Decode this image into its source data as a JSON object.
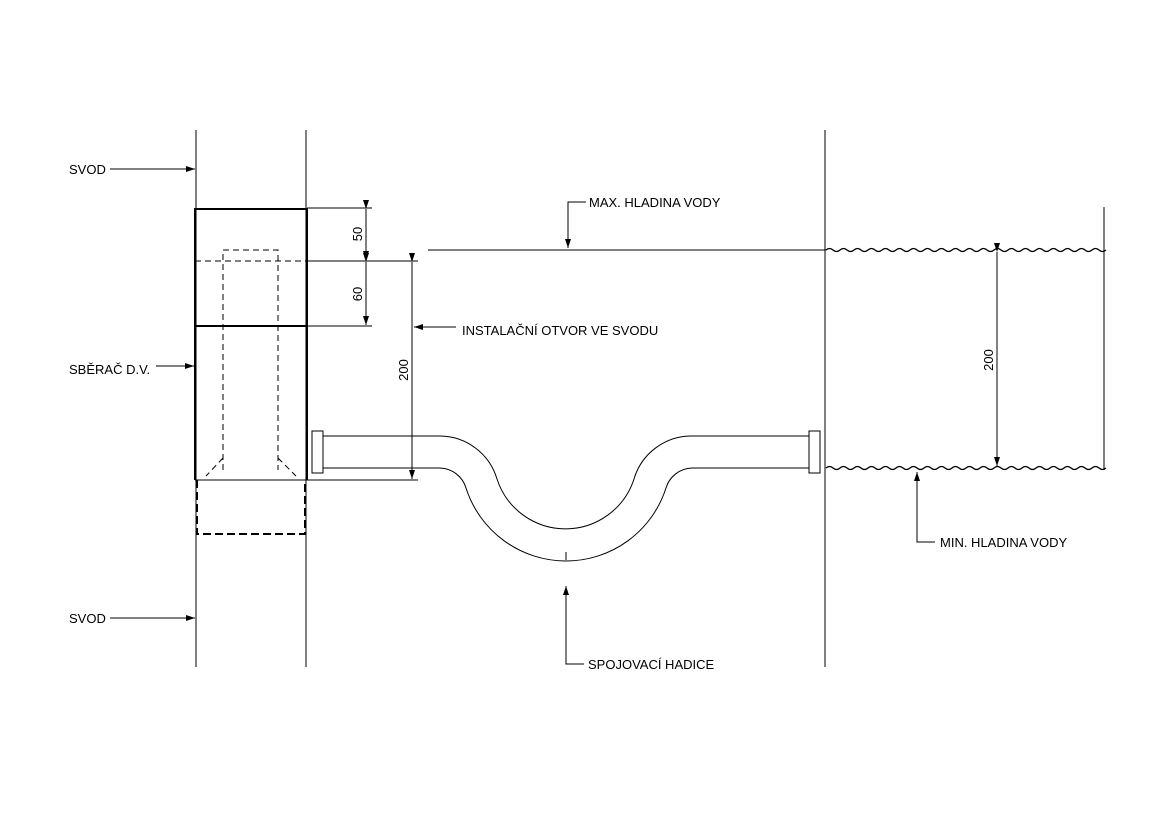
{
  "labels": {
    "svod_top": "SVOD",
    "sberac": "SBĚRAČ D.V.",
    "svod_bottom": "SVOD",
    "max_level": "MAX. HLADINA VODY",
    "installation_hole": "INSTALAČNÍ OTVOR VE SVODU",
    "min_level": "MIN. HLADINA VODY",
    "hose": "SPOJOVACÍ HADICE"
  },
  "dimensions": {
    "d50": "50",
    "d60": "60",
    "d200_left": "200",
    "d200_right": "200"
  }
}
